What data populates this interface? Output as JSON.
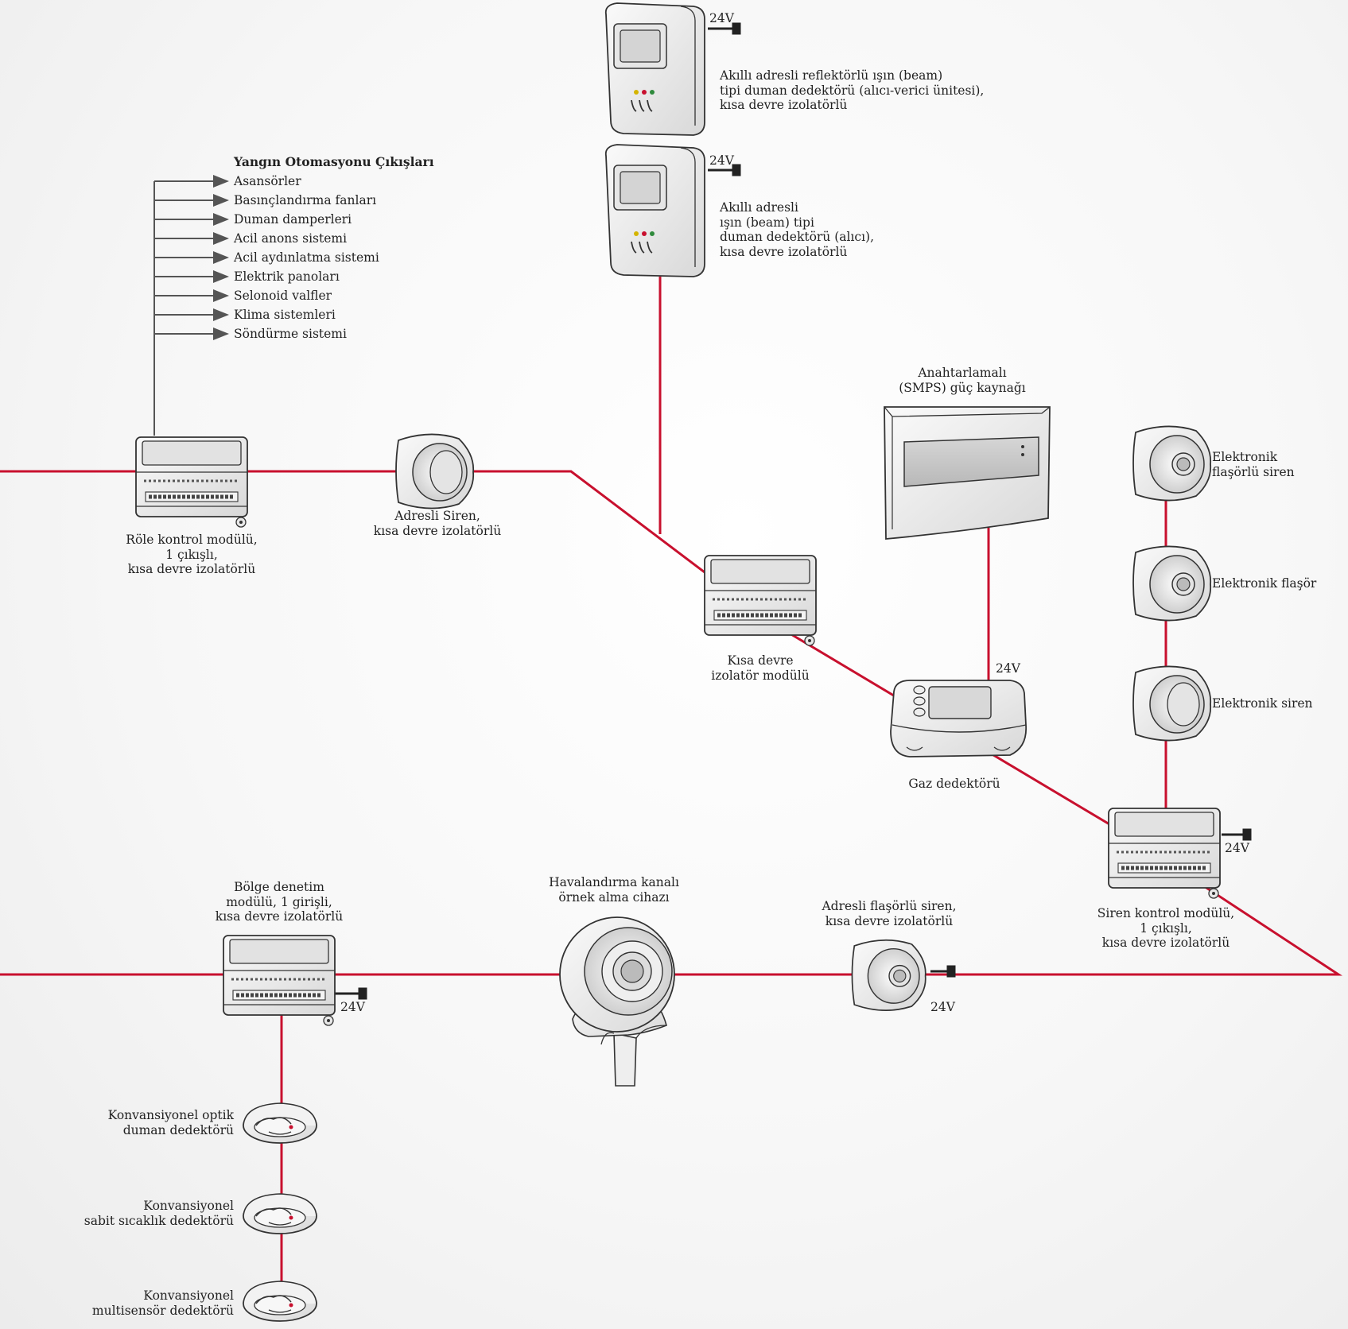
{
  "colors": {
    "wire": "#c8102e",
    "device_fill": "#eeeeee",
    "device_stroke": "#333333",
    "signal_line": "#555555"
  },
  "voltage_label": "24V",
  "automation_outputs": {
    "title": "Yangın Otomasyonu Çıkışları",
    "items": [
      "Asansörler",
      "Basınçlandırma fanları",
      "Duman damperleri",
      "Acil anons sistemi",
      "Acil aydınlatma sistemi",
      "Elektrik panoları",
      "Selonoid valfler",
      "Klima sistemleri",
      "Söndürme sistemi"
    ]
  },
  "devices": {
    "beam_transceiver": {
      "label": "Akıllı adresli reflektörlü ışın (beam)\ntipi duman dedektörü (alıcı-verici ünitesi),\nkısa devre izolatörlü",
      "icon": "beam-detector-icon"
    },
    "beam_receiver": {
      "label": "Akıllı adresli\nışın (beam) tipi\nduman dedektörü (alıcı),\nkısa devre izolatörlü",
      "icon": "beam-detector-icon"
    },
    "relay_module": {
      "label": "Röle kontrol modülü,\n1 çıkışlı,\nkısa devre izolatörlü",
      "icon": "din-module-icon"
    },
    "address_siren": {
      "label": "Adresli Siren,\nkısa devre izolatörlü",
      "icon": "siren-icon"
    },
    "isolator_module": {
      "label": "Kısa devre\nizolatör modülü",
      "icon": "din-module-icon"
    },
    "psu": {
      "label": "Anahtarlamalı\n(SMPS) güç kaynağı",
      "icon": "power-supply-icon"
    },
    "gas_detector": {
      "label": "Gaz dedektörü",
      "icon": "gas-detector-icon"
    },
    "flash_siren": {
      "label": "Elektronik\nflaşörlü siren",
      "icon": "flasher-siren-icon"
    },
    "flasher": {
      "label": "Elektronik flaşör",
      "icon": "flasher-icon"
    },
    "siren": {
      "label": "Elektronik siren",
      "icon": "siren-icon"
    },
    "siren_control": {
      "label": "Siren kontrol modülü,\n1 çıkışlı,\nkısa devre izolatörlü",
      "icon": "din-module-icon"
    },
    "zone_module": {
      "label": "Bölge denetim\nmodülü, 1 girişli,\nkısa devre izolatörlü",
      "icon": "din-module-icon"
    },
    "duct_sampler": {
      "label": "Havalandırma kanalı\nörnek alma cihazı",
      "icon": "duct-sampler-icon"
    },
    "address_flash_siren": {
      "label": "Adresli flaşörlü siren,\nkısa devre izolatörlü",
      "icon": "flasher-siren-icon"
    },
    "optical_smoke": {
      "label": "Konvansiyonel optik\nduman dedektörü",
      "icon": "smoke-detector-icon"
    },
    "heat_detector": {
      "label": "Konvansiyonel\nsabit sıcaklık dedektörü",
      "icon": "heat-detector-icon"
    },
    "multisensor": {
      "label": "Konvansiyonel\nmultisensör dedektörü",
      "icon": "multisensor-detector-icon"
    }
  }
}
